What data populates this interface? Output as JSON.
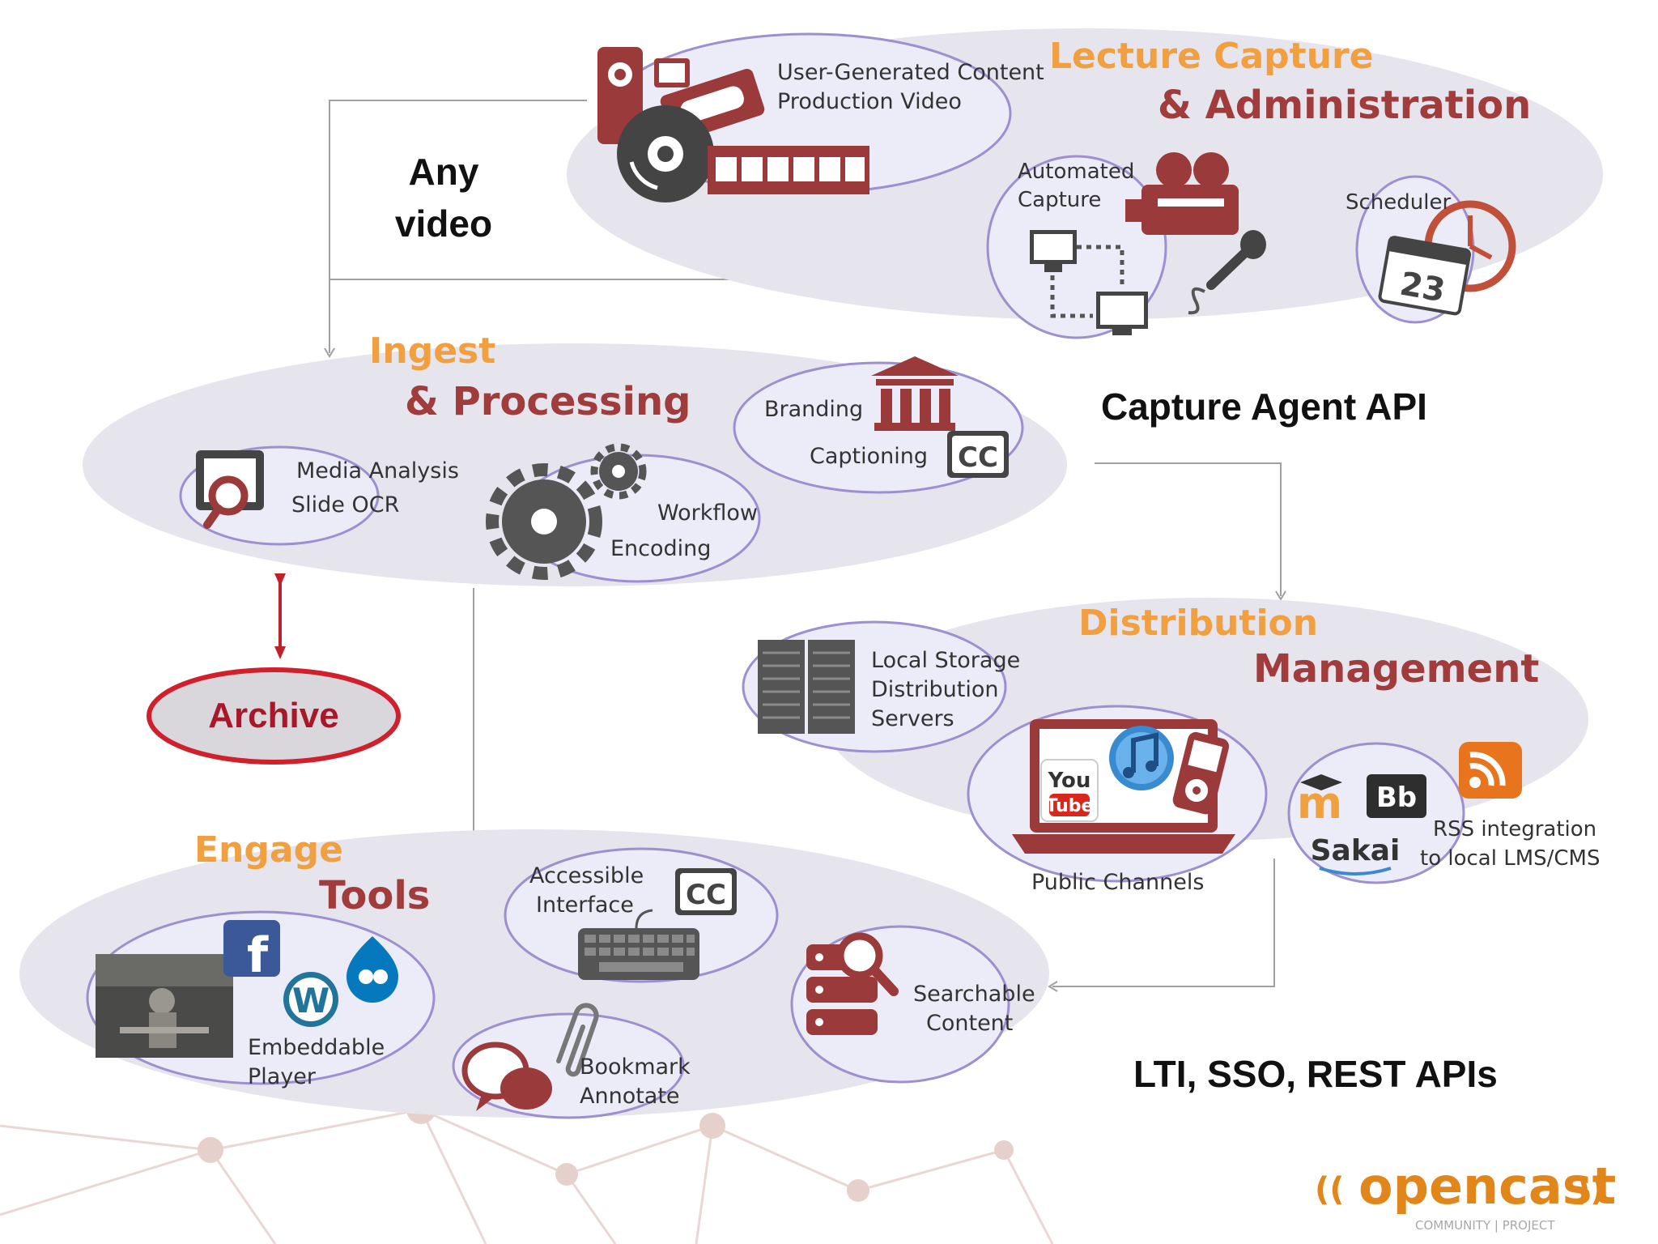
{
  "colors": {
    "section_bg": "#e6e4ec",
    "section_heading_1": "#f0a040",
    "section_heading_2": "#a03c3c",
    "bubble_fill": "#ecebf8",
    "bubble_stroke": "#9e8fd0",
    "icon_primary": "#9b3a3a",
    "icon_dark": "#555555",
    "archive_stroke": "#d0202c",
    "archive_fill": "#d9d6dc",
    "archive_text": "#a81828",
    "connector": "#a0a0a0",
    "arrow_red": "#c0202a",
    "logo_orange": "#e0861a",
    "logo_gray": "#a8a8a8"
  },
  "sections": {
    "lecture_capture": {
      "heading_line1": "Lecture Capture",
      "heading_line2": "& Administration",
      "bubbles": {
        "ugc_line1": "User-Generated Content",
        "ugc_line2": "Production Video",
        "automated_line1": "Automated",
        "automated_line2": "Capture",
        "scheduler": "Scheduler",
        "calendar_day": "23"
      }
    },
    "ingest": {
      "heading_line1": "Ingest",
      "heading_line2": "& Processing",
      "bubbles": {
        "media_line1": "Media Analysis",
        "media_line2": "Slide OCR",
        "workflow": "Workflow",
        "encoding": "Encoding",
        "branding": "Branding",
        "captioning": "Captioning",
        "cc": "CC"
      }
    },
    "distribution": {
      "heading_line1": "Distribution",
      "heading_line2": "Management",
      "bubbles": {
        "storage_line1": "Local Storage",
        "storage_line2": "Distribution",
        "storage_line3": "Servers",
        "public_channels": "Public Channels",
        "youtube_line1": "You",
        "youtube_line2": "Tube",
        "rss_line1": "RSS integration",
        "rss_line2": "to local LMS/CMS",
        "moodle": "m",
        "blackboard": "Bb",
        "sakai": "Sakai"
      }
    },
    "engage": {
      "heading_line1": "Engage",
      "heading_line2": "Tools",
      "bubbles": {
        "accessible_line1": "Accessible",
        "accessible_line2": "Interface",
        "cc": "CC",
        "player_line1": "Embeddable",
        "player_line2": "Player",
        "facebook": "f",
        "wordpress": "W",
        "bookmark_line1": "Bookmark",
        "bookmark_line2": "Annotate",
        "searchable_line1": "Searchable",
        "searchable_line2": "Content"
      }
    }
  },
  "labels": {
    "any_video_line1": "Any",
    "any_video_line2": "video",
    "capture_agent_api": "Capture Agent API",
    "lti_apis": "LTI, SSO, REST APIs",
    "archive": "Archive"
  },
  "logo": {
    "word": "opencast",
    "tagline": "COMMUNITY | PROJECT"
  }
}
